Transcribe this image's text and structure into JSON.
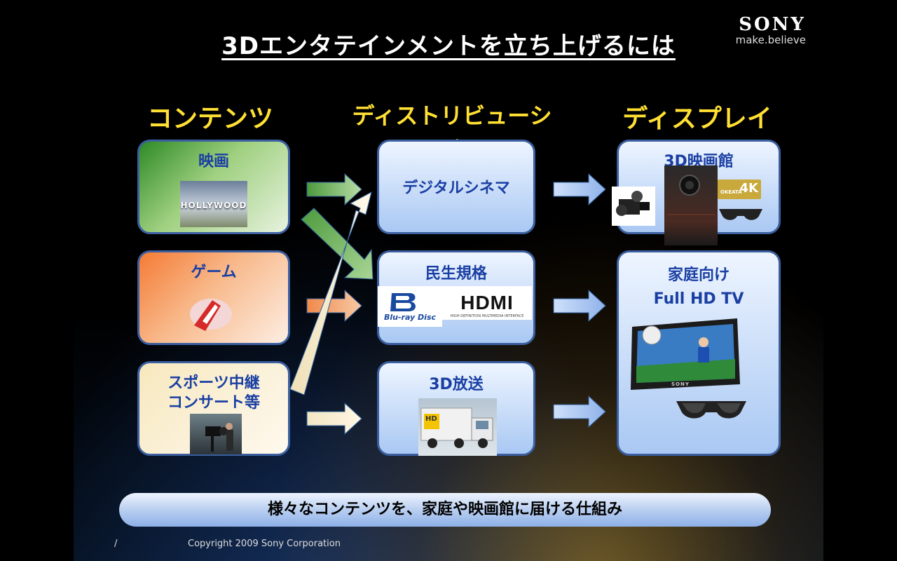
{
  "slide": {
    "title": "3Dエンタテインメントを立ち上げるには",
    "logo": {
      "brand": "SONY",
      "tagline": "make.believe"
    },
    "columns": {
      "content": "コンテンツ",
      "distribution": "ディストリビューション",
      "display": "ディスプレイ"
    },
    "content_boxes": {
      "movie": "映画",
      "movie_image_text": "HOLLYWOOD",
      "game": "ゲーム",
      "sport_line1": "スポーツ中継",
      "sport_line2": "コンサート等"
    },
    "distribution_boxes": {
      "cinema": "デジタルシネマ",
      "consumer": "民生規格",
      "bluray_logo": "Blu-ray Disc",
      "hdmi_logo": "HDMI",
      "hdmi_sub": "HIGH-DEFINITION MULTIMEDIA INTERFACE",
      "broadcast": "3D放送",
      "truck_text": "HD"
    },
    "display_boxes": {
      "theater": "3D映画館",
      "theater_badge_brand": "OKEATA",
      "theater_badge_4k": "4K",
      "home_line1": "家庭向け",
      "home_line2": "Full HD TV",
      "tv_brand": "SONY"
    },
    "footer_banner": "様々なコンテンツを、家庭や映画館に届ける仕組み",
    "page_mark": "/",
    "copyright": "Copyright 2009  Sony Corporation"
  }
}
